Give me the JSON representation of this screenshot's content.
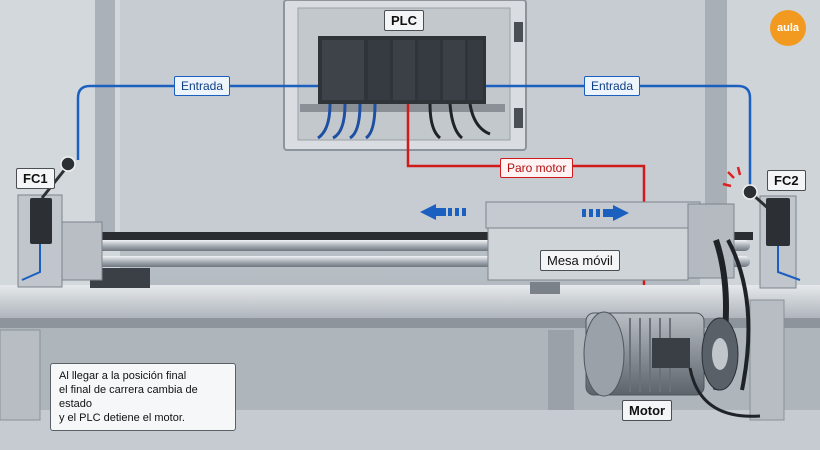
{
  "labels": {
    "plc": "PLC",
    "fc1": "FC1",
    "fc2": "FC2",
    "entrada_left": "Entrada",
    "entrada_right": "Entrada",
    "paro_motor": "Paro motor",
    "mesa_movil": "Mesa móvil",
    "motor": "Motor"
  },
  "note": {
    "line1": "Al llegar a la posición final",
    "line2": "el final de carrera cambia de estado",
    "line3": "y el PLC detiene el motor."
  },
  "logo": {
    "text": "aula"
  },
  "colors": {
    "signal_blue": "#1b5fbf",
    "signal_red": "#d11a1a",
    "logo_orange": "#f29a1f"
  }
}
